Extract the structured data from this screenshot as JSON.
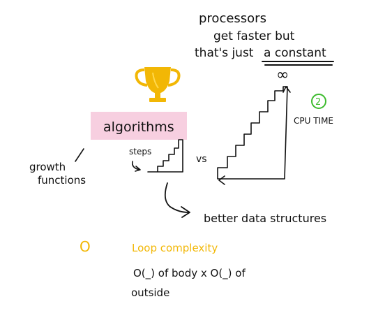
{
  "colors": {
    "ink": "#111111",
    "highlight_pink": "#f7cfe0",
    "trophy_gold": "#f2b705",
    "circle_green": "#3dbb2e",
    "loop_yellow": "#f2b705"
  },
  "notes": {
    "processors_line1": "processors",
    "processors_line2": "get faster but",
    "processors_line3_prefix": "that's just ",
    "processors_line3_emphasis": "a constant",
    "infinity": "∞",
    "algorithms": "algorithms",
    "steps": "steps",
    "growth_line1": "growth",
    "growth_line2": "functions",
    "vs": "vs",
    "step_number": "2",
    "cpu_time": "CPU TIME",
    "better_data_structures": "better data structures",
    "loop_marker": "O",
    "loop_complexity": "Loop complexity",
    "body_line1": "O(_) of body x  O(_) of",
    "body_line2": "outside"
  },
  "icons": {
    "trophy": "trophy-icon",
    "small_staircase": "small-staircase-icon",
    "big_staircase": "big-staircase-icon",
    "curved_arrow": "curved-arrow-icon"
  }
}
